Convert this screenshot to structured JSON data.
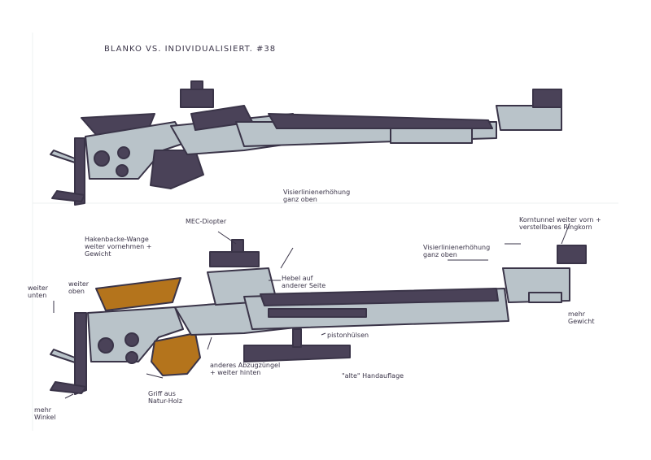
{
  "title": "BLANKO VS. INDIVIDUALISIERT. #38",
  "annotations": {
    "mec_diopter": "MEC-Diopter",
    "visier_erhoehung": "Visierlinienerhöhung ganz oben",
    "hebel": "Hebel auf anderer Seite",
    "backe": "Hakenbacke-Wange weiter vornehmen + Gewicht",
    "weiter_unten": "weiter unten",
    "weiter_oben": "weiter oben",
    "mehr_winkel": "mehr Winkel",
    "griff": "Griff aus Natur-Holz",
    "abzug": "anderes Abzugzüngel + weiter hinten",
    "pistonhuelsen": "pistonhülsen",
    "handauflage": "\"alte\" Handauflage",
    "visierlinie_rechts": "Visierlinienerhöhung ganz oben",
    "korntunnel": "Korntunnel weiter vorn + verstellbares Ringkorn",
    "mehr_gewicht": "mehr Gewicht"
  },
  "colors": {
    "ink": "#3a3448",
    "dark_purple": "#4a4258",
    "gray_blue": "#b9c3c9",
    "wood": "#b4741c"
  }
}
